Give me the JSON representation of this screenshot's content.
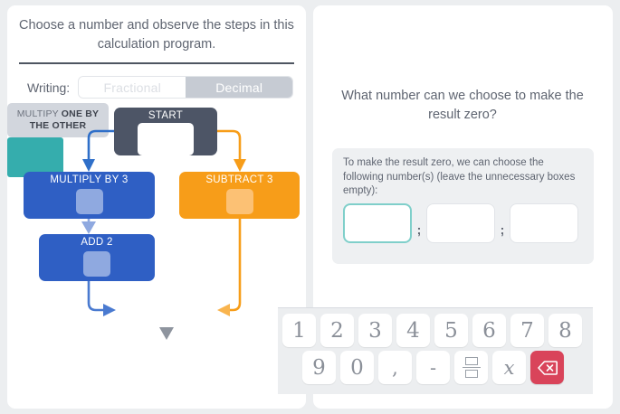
{
  "left_panel": {
    "prompt": "Choose a number and observe the steps in this calculation program.",
    "writing_label": "Writing:",
    "writing_options": [
      {
        "label": "Fractional",
        "selected": false
      },
      {
        "label": "Decimal",
        "selected": true
      }
    ],
    "flow": {
      "start": {
        "label": "START",
        "value": "",
        "color": "#4d5566"
      },
      "branch_left": [
        {
          "label": "MULTIPLY BY 3",
          "value": "",
          "color": "#2f5fc4"
        },
        {
          "label": "ADD 2",
          "value": "",
          "color": "#2f5fc4"
        }
      ],
      "branch_right": [
        {
          "label": "SUBTRACT 3",
          "value": "",
          "color": "#f79d19"
        }
      ],
      "combine": {
        "text_plain": "MULTIPY ",
        "text_bold": "ONE BY THE OTHER",
        "color": "#d2d6dd"
      },
      "result": {
        "value": "",
        "color": "#35adad"
      },
      "arrow_colors": {
        "left": "#2f6fc9",
        "right": "#f79d19",
        "result": "#8e949e"
      }
    }
  },
  "right_panel": {
    "question": "What number can we choose to make the result zero?",
    "answer_instruction": "To make the result zero, we can choose the following number(s) (leave the unnecessary boxes empty):",
    "answer_boxes": [
      {
        "value": "",
        "focused": true
      },
      {
        "value": "",
        "focused": false
      },
      {
        "value": "",
        "focused": false
      }
    ],
    "answer_separators": [
      ";",
      ";"
    ]
  },
  "keypad": {
    "row1": [
      {
        "label": "1",
        "name": "key-1",
        "type": "digit"
      },
      {
        "label": "2",
        "name": "key-2",
        "type": "digit"
      },
      {
        "label": "3",
        "name": "key-3",
        "type": "digit"
      },
      {
        "label": "4",
        "name": "key-4",
        "type": "digit"
      },
      {
        "label": "5",
        "name": "key-5",
        "type": "digit"
      },
      {
        "label": "6",
        "name": "key-6",
        "type": "digit"
      },
      {
        "label": "7",
        "name": "key-7",
        "type": "digit"
      },
      {
        "label": "8",
        "name": "key-8",
        "type": "digit"
      }
    ],
    "row2": [
      {
        "label": "9",
        "name": "key-9",
        "type": "digit"
      },
      {
        "label": "0",
        "name": "key-0",
        "type": "digit"
      },
      {
        "label": ",",
        "name": "key-comma",
        "type": "symbol"
      },
      {
        "label": "-",
        "name": "key-minus",
        "type": "symbol"
      },
      {
        "label": "",
        "name": "key-fraction",
        "type": "fraction"
      },
      {
        "label": "x",
        "name": "key-x",
        "type": "variable"
      },
      {
        "label": "",
        "name": "key-backspace",
        "type": "backspace"
      }
    ],
    "backspace_color": "#d9445a"
  }
}
